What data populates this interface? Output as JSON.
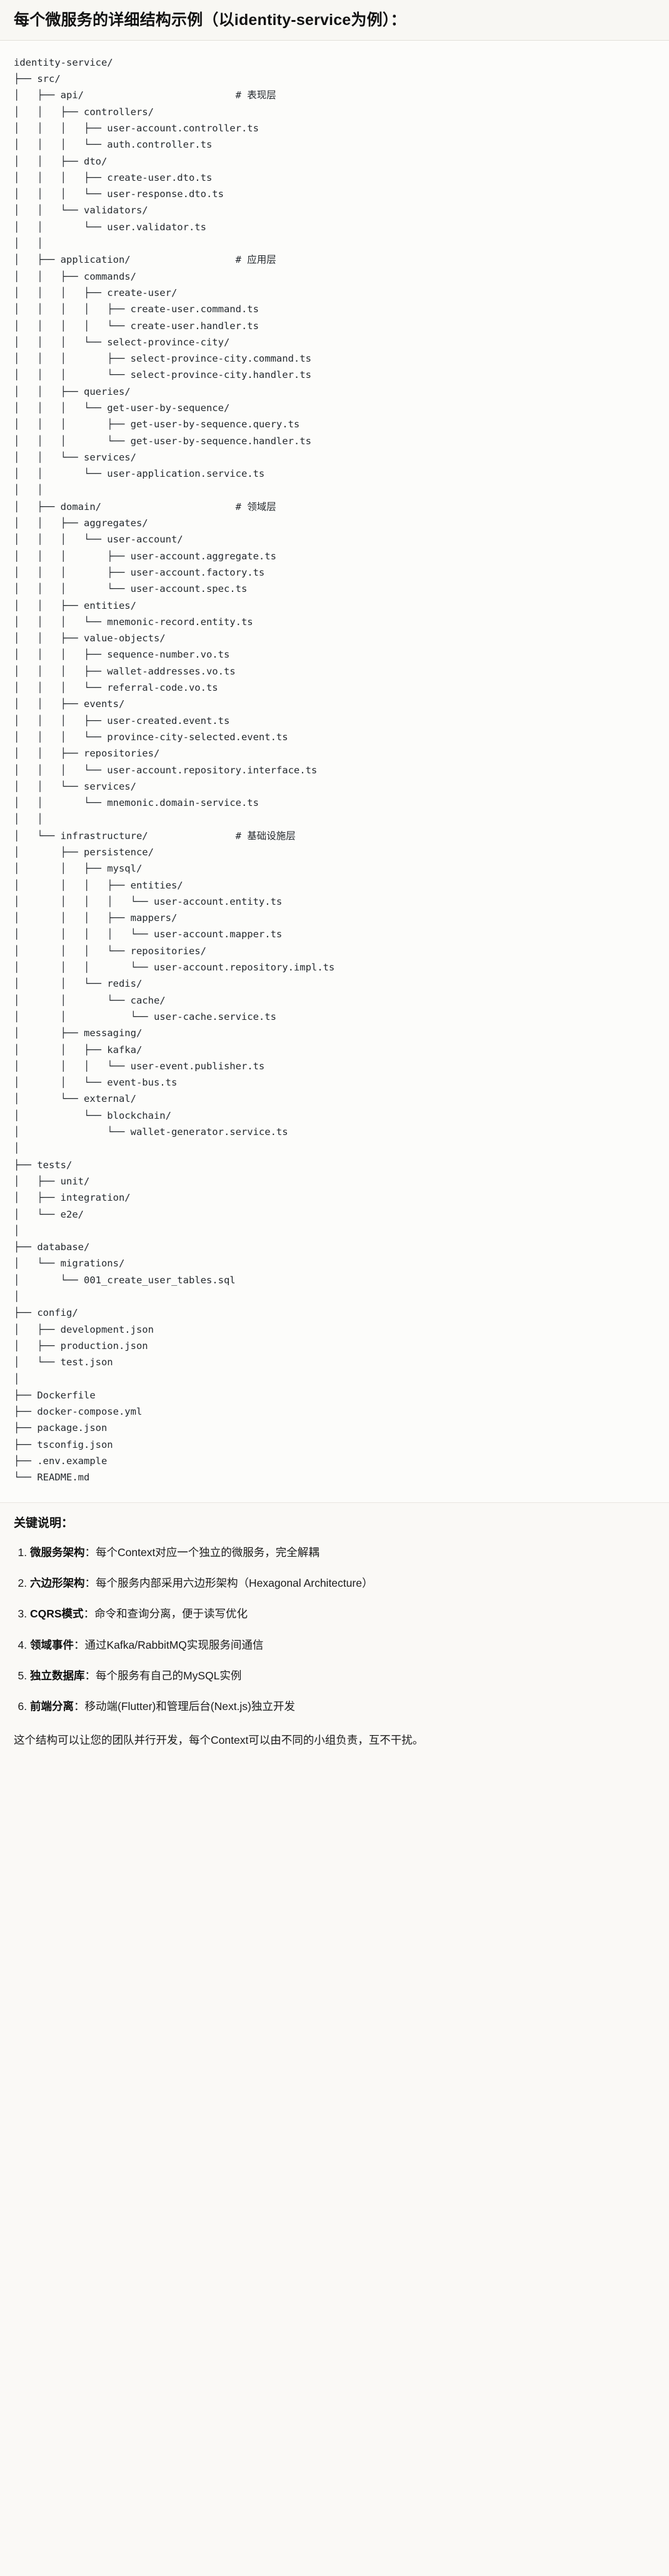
{
  "header": {
    "title": "每个微服务的详细结构示例（以identity-service为例）："
  },
  "tree": {
    "root": "identity-service/",
    "text": "identity-service/\n├── src/\n│   ├── api/                          # 表现层\n│   │   ├── controllers/\n│   │   │   ├── user-account.controller.ts\n│   │   │   └── auth.controller.ts\n│   │   ├── dto/\n│   │   │   ├── create-user.dto.ts\n│   │   │   └── user-response.dto.ts\n│   │   └── validators/\n│   │       └── user.validator.ts\n│   │\n│   ├── application/                  # 应用层\n│   │   ├── commands/\n│   │   │   ├── create-user/\n│   │   │   │   ├── create-user.command.ts\n│   │   │   │   └── create-user.handler.ts\n│   │   │   └── select-province-city/\n│   │   │       ├── select-province-city.command.ts\n│   │   │       └── select-province-city.handler.ts\n│   │   ├── queries/\n│   │   │   └── get-user-by-sequence/\n│   │   │       ├── get-user-by-sequence.query.ts\n│   │   │       └── get-user-by-sequence.handler.ts\n│   │   └── services/\n│   │       └── user-application.service.ts\n│   │\n│   ├── domain/                       # 领域层\n│   │   ├── aggregates/\n│   │   │   └── user-account/\n│   │   │       ├── user-account.aggregate.ts\n│   │   │       ├── user-account.factory.ts\n│   │   │       └── user-account.spec.ts\n│   │   ├── entities/\n│   │   │   └── mnemonic-record.entity.ts\n│   │   ├── value-objects/\n│   │   │   ├── sequence-number.vo.ts\n│   │   │   ├── wallet-addresses.vo.ts\n│   │   │   └── referral-code.vo.ts\n│   │   ├── events/\n│   │   │   ├── user-created.event.ts\n│   │   │   └── province-city-selected.event.ts\n│   │   ├── repositories/\n│   │   │   └── user-account.repository.interface.ts\n│   │   └── services/\n│   │       └── mnemonic.domain-service.ts\n│   │\n│   └── infrastructure/               # 基础设施层\n│       ├── persistence/\n│       │   ├── mysql/\n│       │   │   ├── entities/\n│       │   │   │   └── user-account.entity.ts\n│       │   │   ├── mappers/\n│       │   │   │   └── user-account.mapper.ts\n│       │   │   └── repositories/\n│       │   │       └── user-account.repository.impl.ts\n│       │   └── redis/\n│       │       └── cache/\n│       │           └── user-cache.service.ts\n│       ├── messaging/\n│       │   ├── kafka/\n│       │   │   └── user-event.publisher.ts\n│       │   └── event-bus.ts\n│       └── external/\n│           └── blockchain/\n│               └── wallet-generator.service.ts\n│\n├── tests/\n│   ├── unit/\n│   ├── integration/\n│   └── e2e/\n│\n├── database/\n│   └── migrations/\n│       └── 001_create_user_tables.sql\n│\n├── config/\n│   ├── development.json\n│   ├── production.json\n│   └── test.json\n│\n├── Dockerfile\n├── docker-compose.yml\n├── package.json\n├── tsconfig.json\n├── .env.example\n└── README.md",
    "layer_comments": [
      {
        "path": "src/api/",
        "comment": "# 表现层"
      },
      {
        "path": "src/application/",
        "comment": "# 应用层"
      },
      {
        "path": "src/domain/",
        "comment": "# 领域层"
      },
      {
        "path": "src/infrastructure/",
        "comment": "# 基础设施层"
      }
    ]
  },
  "notes": {
    "heading": "关键说明：",
    "items": [
      {
        "term": "微服务架构",
        "separator": "：",
        "desc": "每个Context对应一个独立的微服务，完全解耦"
      },
      {
        "term": "六边形架构",
        "separator": "：",
        "desc": "每个服务内部采用六边形架构（Hexagonal Architecture）"
      },
      {
        "term": "CQRS模式",
        "separator": "：",
        "desc": "命令和查询分离，便于读写优化"
      },
      {
        "term": "领域事件",
        "separator": "：",
        "desc": "通过Kafka/RabbitMQ实现服务间通信"
      },
      {
        "term": "独立数据库",
        "separator": "：",
        "desc": "每个服务有自己的MySQL实例"
      },
      {
        "term": "前端分离",
        "separator": "：",
        "desc": "移动端(Flutter)和管理后台(Next.js)独立开发"
      }
    ],
    "closing": "这个结构可以让您的团队并行开发，每个Context可以由不同的小组负责，互不干扰。"
  },
  "colors": {
    "page_background": "#faf9f6",
    "code_background": "#fcfcfa",
    "header_background": "#f8f7f3",
    "text": "#1b1b1b",
    "code_text": "#24292e",
    "divider": "#e2e0da"
  }
}
